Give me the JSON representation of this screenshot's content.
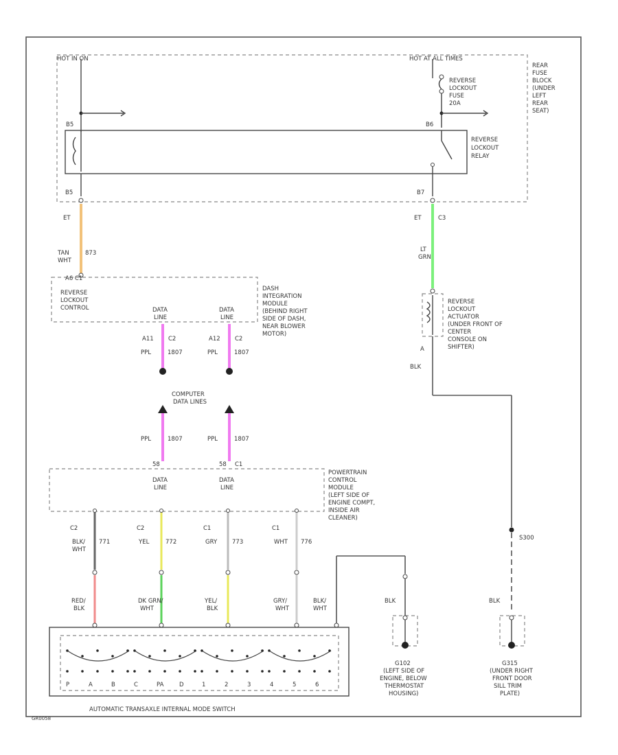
{
  "power": {
    "left": "HOT IN ON",
    "right": "HOT AT ALL TIMES"
  },
  "fuse_block": [
    "REAR",
    "FUSE",
    "BLOCK",
    "(UNDER",
    "LEFT",
    "REAR",
    "SEAT)"
  ],
  "fuse": [
    "REVERSE",
    "LOCKOUT",
    "FUSE",
    "20A"
  ],
  "relay": {
    "label": [
      "REVERSE",
      "LOCKOUT",
      "RELAY"
    ],
    "pin_top_left": "B5",
    "pin_top_right": "B6",
    "pin_bot_left": "B5",
    "pin_bot_right": "B7"
  },
  "relay_wires": {
    "left": {
      "circuit": "ET",
      "color_text": "TAN",
      "color_text2": "WHT",
      "circuit2": "873",
      "hex": "#f2c27a"
    },
    "right": {
      "circuit": "ET",
      "conn": "C3",
      "color_text": "LT",
      "color_text2": "GRN",
      "hex": "#7cf07c"
    }
  },
  "dim": {
    "pins": "A6   C1",
    "label_box": [
      "REVERSE",
      "LOCKOUT",
      "CONTROL"
    ],
    "label": [
      "DASH",
      "INTEGRATION",
      "MODULE",
      "(BEHIND RIGHT",
      "SIDE OF DASH,",
      "NEAR BLOWER",
      "MOTOR)"
    ],
    "data_line": [
      "DATA",
      "LINE"
    ],
    "wire1": {
      "pin": "A11",
      "conn": "C2",
      "color": "PPL",
      "circuit": "1807"
    },
    "wire2": {
      "pin": "A12",
      "conn": "C2",
      "color": "PPL",
      "circuit": "1807"
    }
  },
  "computer_data_lines": [
    "COMPUTER",
    "DATA LINES"
  ],
  "pcm": {
    "wire1": {
      "color": "PPL",
      "circuit": "1807",
      "pin": "58"
    },
    "wire2": {
      "color": "PPL",
      "circuit": "1807",
      "pin": "58",
      "conn": "C1"
    },
    "data_line": [
      "DATA",
      "LINE"
    ],
    "label": [
      "POWERTRAIN",
      "CONTROL",
      "MODULE",
      "(LEFT SIDE OF",
      "ENGINE COMPT,",
      "INSIDE AIR",
      "CLEANER)"
    ]
  },
  "mode_wires": [
    {
      "conn": "C2",
      "color_text": "BLK/",
      "color_text2": "WHT",
      "circuit": "771",
      "hex": "#666666",
      "bot1": "RED/",
      "bot2": "BLK",
      "bot_hex": "#f08a8a"
    },
    {
      "conn": "C2",
      "color_text": "YEL",
      "color_text2": "",
      "circuit": "772",
      "hex": "#e8e85a",
      "bot1": "DK GRN/",
      "bot2": "WHT",
      "bot_hex": "#5ad25a"
    },
    {
      "conn": "C1",
      "color_text": "GRY",
      "color_text2": "",
      "circuit": "773",
      "hex": "#bbbbbb",
      "bot1": "YEL/",
      "bot2": "BLK",
      "bot_hex": "#e8e85a"
    },
    {
      "conn": "C1",
      "color_text": "WHT",
      "color_text2": "",
      "circuit": "776",
      "hex": "#cccccc",
      "bot1": "GRY/",
      "bot2": "WHT",
      "bot_hex": "#cccccc"
    }
  ],
  "mode_switch_ground_wire": {
    "color": "BLK/",
    "color2": "WHT"
  },
  "mode_switch_label": "AUTOMATIC TRANSAXLE INTERNAL MODE SWITCH",
  "mode_switch_pins": [
    "P",
    "A",
    "B",
    "C",
    "PA",
    "D",
    "1",
    "2",
    "3",
    "4",
    "5",
    "6"
  ],
  "actuator": {
    "label": [
      "REVERSE",
      "LOCKOUT",
      "ACTUATOR",
      "(UNDER FRONT OF",
      "CENTER",
      "CONSOLE ON",
      "SHIFTER)"
    ],
    "pin": "A",
    "wire_color": "BLK"
  },
  "splice": "S300",
  "ground1": {
    "wire": "BLK",
    "id": "G102",
    "label": [
      "(LEFT SIDE OF",
      "ENGINE, BELOW",
      "THERMOSTAT",
      "HOUSING)"
    ]
  },
  "ground2": {
    "wire": "BLK",
    "id": "G315",
    "label": [
      "(UNDER RIGHT",
      "FRONT DOOR",
      "SILL TRIM",
      "PLATE)"
    ]
  },
  "footer_code": "GR0058"
}
